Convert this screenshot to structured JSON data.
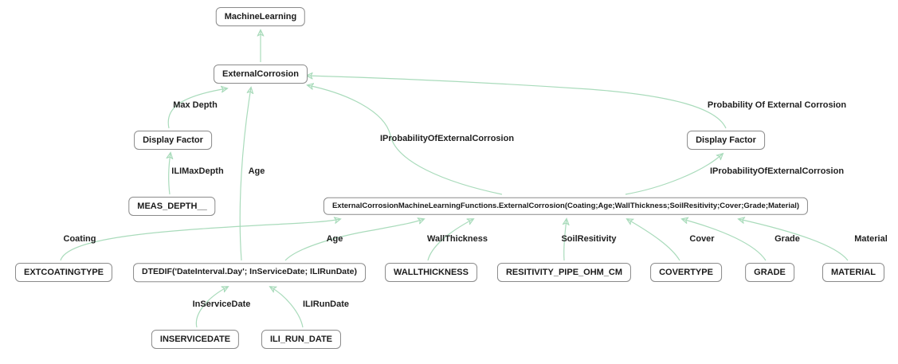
{
  "diagram_title": "ExternalCorrosion machine learning dependency graph",
  "colors": {
    "edge_line": "#a9dbbb",
    "edge_arrow": "#3ba263",
    "node_border": "#8a8a8a",
    "node_background": "#ffffff",
    "text": "#1b1b1b"
  },
  "nodes": {
    "machine_learning": {
      "label": "MachineLearning"
    },
    "external_corrosion": {
      "label": "ExternalCorrosion"
    },
    "display_factor_left": {
      "label": "Display Factor"
    },
    "meas_depth": {
      "label": "MEAS_DEPTH__"
    },
    "display_factor_right": {
      "label": "Display Factor"
    },
    "ml_function": {
      "label": "ExternalCorrosionMachineLearningFunctions.ExternalCorrosion(Coating;Age;WallThickness;SoilResitivity;Cover;Grade;Material)"
    },
    "extcoatingtype": {
      "label": "EXTCOATINGTYPE"
    },
    "dtedif": {
      "label": "DTEDIF('DateInterval.Day'; InServiceDate; ILIRunDate)"
    },
    "wallthickness": {
      "label": "WALLTHICKNESS"
    },
    "resitivity_pipe_ohm_cm": {
      "label": "RESITIVITY_PIPE_OHM_CM"
    },
    "covertype": {
      "label": "COVERTYPE"
    },
    "grade": {
      "label": "GRADE"
    },
    "material": {
      "label": "MATERIAL"
    },
    "inservicedate": {
      "label": "INSERVICEDATE"
    },
    "ili_run_date": {
      "label": "ILI_RUN_DATE"
    }
  },
  "edges": [
    {
      "from": "external_corrosion",
      "to": "machine_learning",
      "label": ""
    },
    {
      "from": "display_factor_left",
      "to": "external_corrosion",
      "label": "Max Depth"
    },
    {
      "from": "display_factor_right",
      "to": "external_corrosion",
      "label": "Probability Of External Corrosion"
    },
    {
      "from": "meas_depth",
      "to": "display_factor_left",
      "label": "ILIMaxDepth"
    },
    {
      "from": "dtedif",
      "to": "external_corrosion",
      "label": "Age"
    },
    {
      "from": "ml_function",
      "to": "external_corrosion",
      "label": "IProbabilityOfExternalCorrosion"
    },
    {
      "from": "ml_function",
      "to": "display_factor_right",
      "label": "IProbabilityOfExternalCorrosion"
    },
    {
      "from": "extcoatingtype",
      "to": "ml_function",
      "label": "Coating"
    },
    {
      "from": "dtedif",
      "to": "ml_function",
      "label": "Age"
    },
    {
      "from": "wallthickness",
      "to": "ml_function",
      "label": "WallThickness"
    },
    {
      "from": "resitivity_pipe_ohm_cm",
      "to": "ml_function",
      "label": "SoilResitivity"
    },
    {
      "from": "covertype",
      "to": "ml_function",
      "label": "Cover"
    },
    {
      "from": "grade",
      "to": "ml_function",
      "label": "Grade"
    },
    {
      "from": "material",
      "to": "ml_function",
      "label": "Material"
    },
    {
      "from": "inservicedate",
      "to": "dtedif",
      "label": "InServiceDate"
    },
    {
      "from": "ili_run_date",
      "to": "dtedif",
      "label": "ILIRunDate"
    }
  ]
}
